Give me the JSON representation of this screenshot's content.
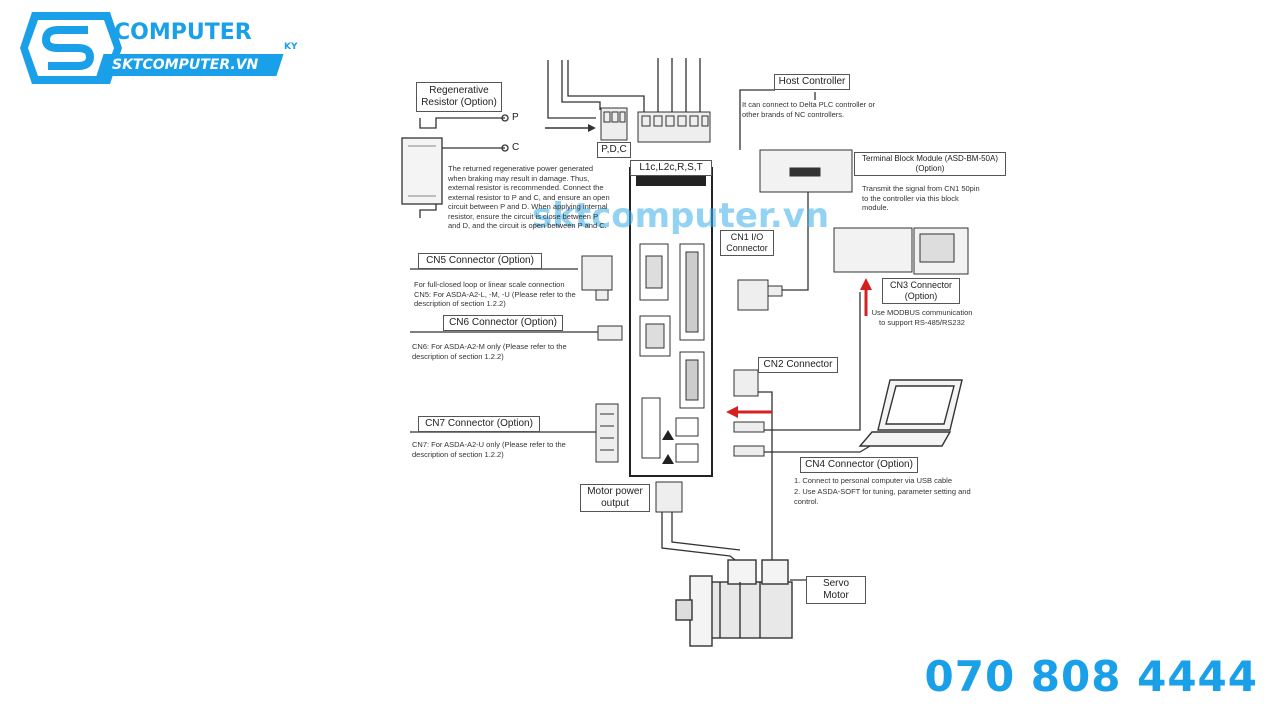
{
  "brand": {
    "name": "COMPUTER",
    "suffix": "KY",
    "site": "SKTCOMPUTER.VN",
    "color": "#1aa0e8"
  },
  "phone": "070 808 4444",
  "watermark": "sktcomputer.vn",
  "diagram": {
    "regen_title": "Regenerative Resistor (Option)",
    "terminal_p": "P",
    "terminal_c": "C",
    "regen_note": "The returned regenerative power generated when braking may result in damage. Thus, external resistor is recommended. Connect the external resistor to P and C, and ensure an open circuit between P and D. When applying internal resistor, ensure the circuit is close between P and D, and the circuit is open between P and C.",
    "pdc_label": "P,D,C",
    "power_label": "L1c,L2c,R,S,T",
    "host_title": "Host Controller",
    "host_note": "It can connect to Delta PLC controller or other brands of NC controllers.",
    "tbm_title": "Terminal Block Module (ASD-BM-50A) (Option)",
    "tbm_note": "Transmit the signal from CN1 50pin to the controller via this block module.",
    "cn1_label": "CN1 I/O Connector",
    "cn3_label": "CN3 Connector (Option)",
    "cn3_note": "Use MODBUS communication to support RS-485/RS232",
    "cn5_label": "CN5 Connector (Option)",
    "cn5_note": "For full-closed loop or linear scale connection CN5: For ASDA-A2-L, -M, -U (Please refer to the description of section 1.2.2)",
    "cn6_label": "CN6 Connector (Option)",
    "cn6_note": "CN6: For ASDA-A2-M only (Please refer to the description of section 1.2.2)",
    "cn7_label": "CN7 Connector (Option)",
    "cn7_note": "CN7: For ASDA-A2-U only (Please refer to the description of section 1.2.2)",
    "cn2_label": "CN2 Connector",
    "cn4_label": "CN4 Connector (Option)",
    "cn4_note_1": "1. Connect to personal computer via USB cable",
    "cn4_note_2": "2. Use ASDA-SOFT for tuning, parameter setting and control.",
    "motor_power_label": "Motor power output",
    "servo_label": "Servo Motor",
    "arrow_color": "#d42020"
  }
}
